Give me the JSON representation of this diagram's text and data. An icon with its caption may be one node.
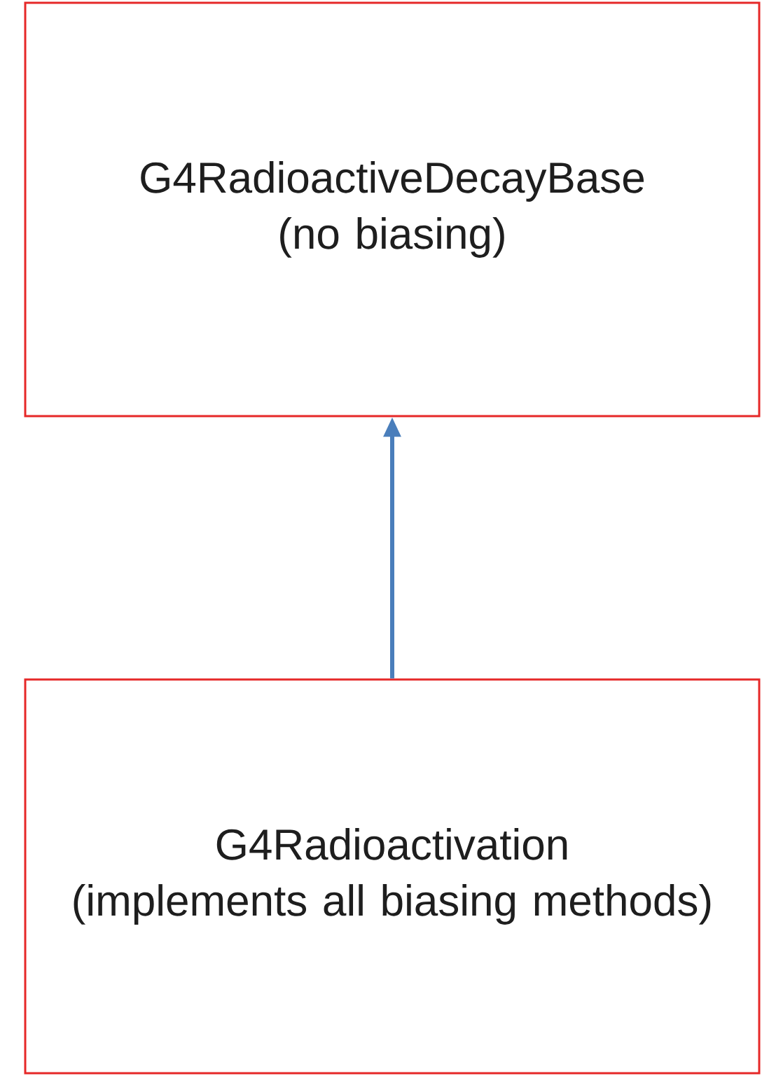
{
  "diagram": {
    "nodes": [
      {
        "text": [
          "G4RadioactiveDecayBase",
          "(no biasing)"
        ]
      },
      {
        "text": [
          "G4Radioactivation",
          "(implements all biasing methods)"
        ]
      }
    ],
    "edges": [
      {
        "from": 1,
        "to": 0,
        "arrow": "to"
      }
    ]
  }
}
